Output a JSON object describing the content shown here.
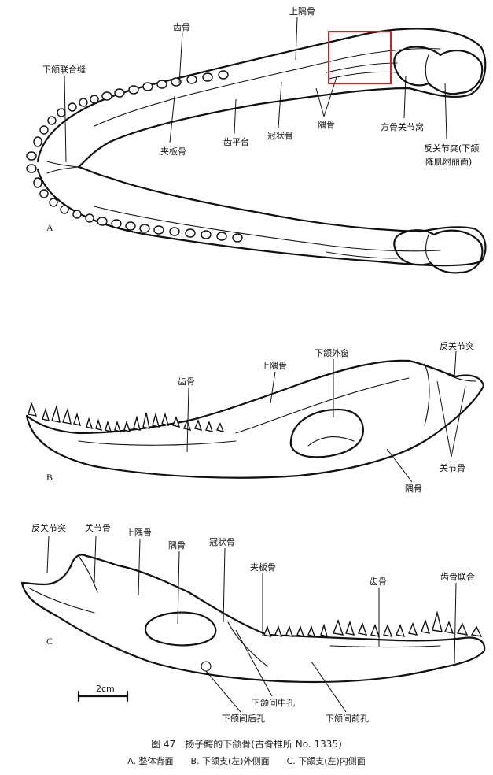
{
  "panel_a": {
    "letter": "A",
    "labels": {
      "shangyu": "上隅骨",
      "chigu": "齿骨",
      "xiahe_lianhefeng": "下颌联合缝",
      "jiabangu": "夹板骨",
      "chipingtai": "齿平台",
      "guanzhuanggu": "冠状骨",
      "yugu": "隅骨",
      "fanggu_guanjiewo": "方骨关节窝",
      "fanguanjietu_1": "反关节突(下颌",
      "fanguanjietu_2": "降肌附丽面)"
    }
  },
  "panel_b": {
    "letter": "B",
    "labels": {
      "chigu": "齿骨",
      "shangyu": "上隅骨",
      "xiahe_waichuang": "下颌外窗",
      "fanguanjietu": "反关节突",
      "guanjiegu": "关节骨",
      "yugu": "隅骨"
    }
  },
  "panel_c": {
    "letter": "C",
    "labels": {
      "fanguanjietu": "反关节突",
      "guanjiegu": "关节骨",
      "shangyu": "上隅骨",
      "yugu": "隅骨",
      "guanzhuanggu": "冠状骨",
      "jiabangu": "夹板骨",
      "chigu": "齿骨",
      "chigu_lianhe": "齿骨联合",
      "zhong_kong": "下颌间中孔",
      "hou_kong": "下颌间后孔",
      "qian_kong": "下颌间前孔"
    },
    "scale_bar": "2cm"
  },
  "caption": {
    "title": "图 47　扬子鳄的下颌骨(古脊椎所 No. 1335)",
    "subtitle": "A. 整体背面　　B. 下颌支(左)外侧面　　C. 下颌支(左)内侧面"
  },
  "highlight_box_color": "#d42020"
}
